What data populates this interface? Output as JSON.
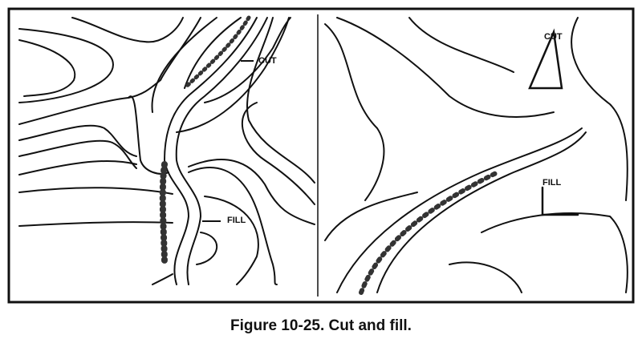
{
  "figure": {
    "left_panel": {
      "cut_label": "CUT",
      "fill_label": "FILL"
    },
    "right_panel": {
      "cut_label": "CUT",
      "fill_label": "FILL"
    }
  },
  "caption": "Figure 10-25. Cut and fill."
}
